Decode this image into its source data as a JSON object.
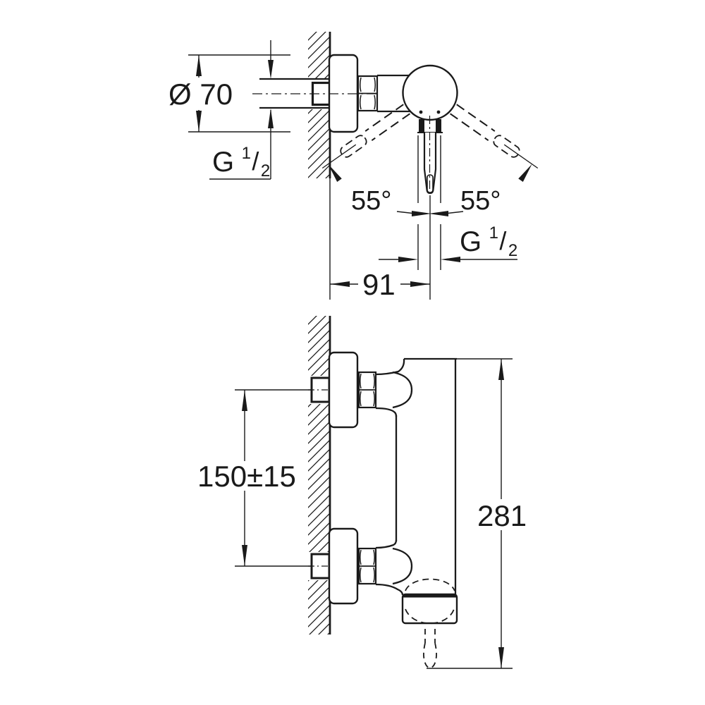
{
  "page": {
    "background": "#ffffff",
    "line_color": "#1a1a1a",
    "type": "technical-installation-drawing"
  },
  "side_view": {
    "description": "shower mixer side profile with swing lever",
    "dims": {
      "escutcheon_diameter": "Ø 70",
      "inlet_thread": {
        "g": "G",
        "num": "1",
        "slash": "/",
        "den": "2"
      },
      "handle_swing_left": "55°",
      "handle_swing_right": "55°",
      "outlet_thread": {
        "g": "G",
        "num": "1",
        "slash": "/",
        "den": "2"
      },
      "wall_to_outlet_center": "91"
    }
  },
  "front_view": {
    "description": "shower mixer elevation on wall",
    "dims": {
      "inlet_spacing": "150±15",
      "overall_height": "281"
    }
  }
}
